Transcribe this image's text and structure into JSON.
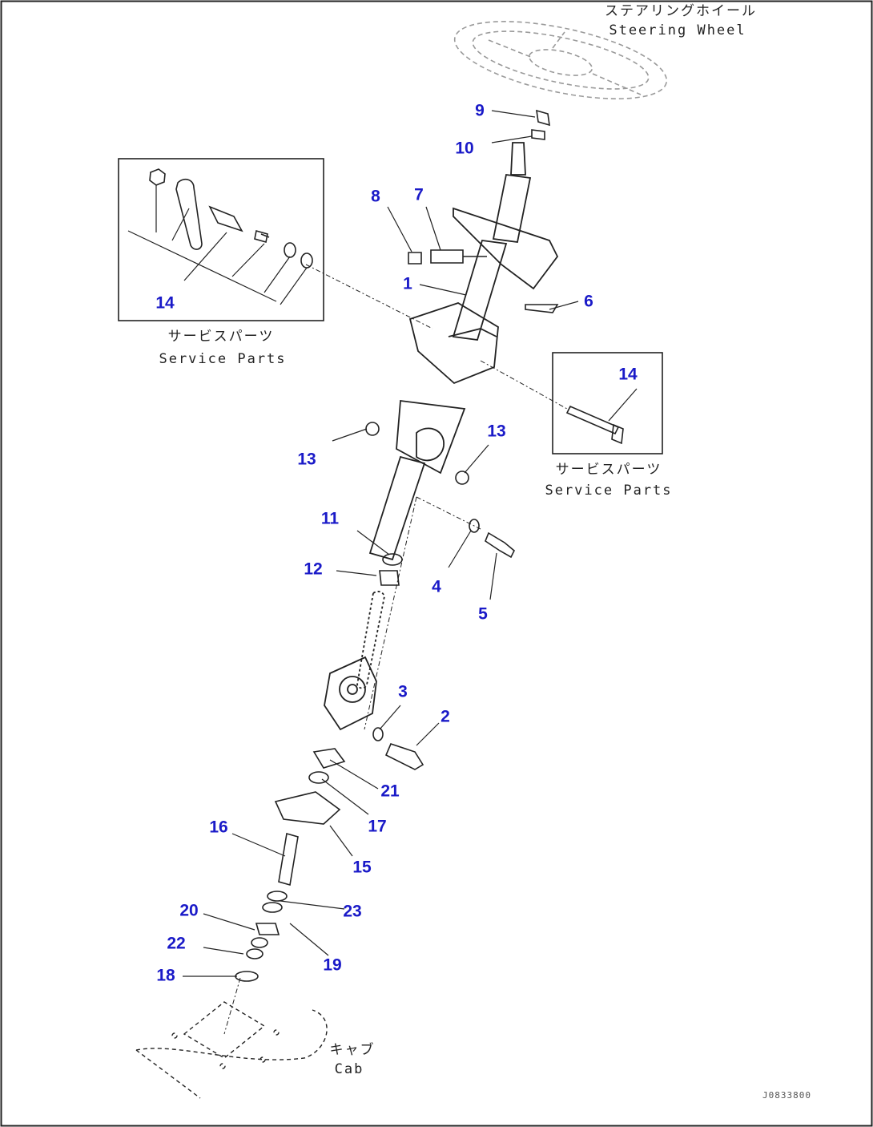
{
  "captions": {
    "steering_wheel_jp": "ステアリングホイール",
    "steering_wheel_en": "Steering Wheel",
    "service_parts_left_jp": "サービスパーツ",
    "service_parts_left_en": "Service Parts",
    "service_parts_right_jp": "サービスパーツ",
    "service_parts_right_en": "Service Parts",
    "cab_jp": "キャブ",
    "cab_en": "Cab"
  },
  "drawing_code": "J0833800",
  "callouts": [
    {
      "id": "c9",
      "text": "9"
    },
    {
      "id": "c10",
      "text": "10"
    },
    {
      "id": "c8",
      "text": "8"
    },
    {
      "id": "c7",
      "text": "7"
    },
    {
      "id": "c1",
      "text": "1"
    },
    {
      "id": "c6",
      "text": "6"
    },
    {
      "id": "c14a",
      "text": "14"
    },
    {
      "id": "c14b",
      "text": "14"
    },
    {
      "id": "c13a",
      "text": "13"
    },
    {
      "id": "c13b",
      "text": "13"
    },
    {
      "id": "c11",
      "text": "11"
    },
    {
      "id": "c12",
      "text": "12"
    },
    {
      "id": "c4",
      "text": "4"
    },
    {
      "id": "c5",
      "text": "5"
    },
    {
      "id": "c3",
      "text": "3"
    },
    {
      "id": "c2",
      "text": "2"
    },
    {
      "id": "c21",
      "text": "21"
    },
    {
      "id": "c17",
      "text": "17"
    },
    {
      "id": "c16",
      "text": "16"
    },
    {
      "id": "c15",
      "text": "15"
    },
    {
      "id": "c23",
      "text": "23"
    },
    {
      "id": "c20",
      "text": "20"
    },
    {
      "id": "c19",
      "text": "19"
    },
    {
      "id": "c22",
      "text": "22"
    },
    {
      "id": "c18",
      "text": "18"
    }
  ],
  "colors": {
    "callout": "#1a1ac8",
    "line": "#222222",
    "ghost": "#9a9a9a"
  }
}
